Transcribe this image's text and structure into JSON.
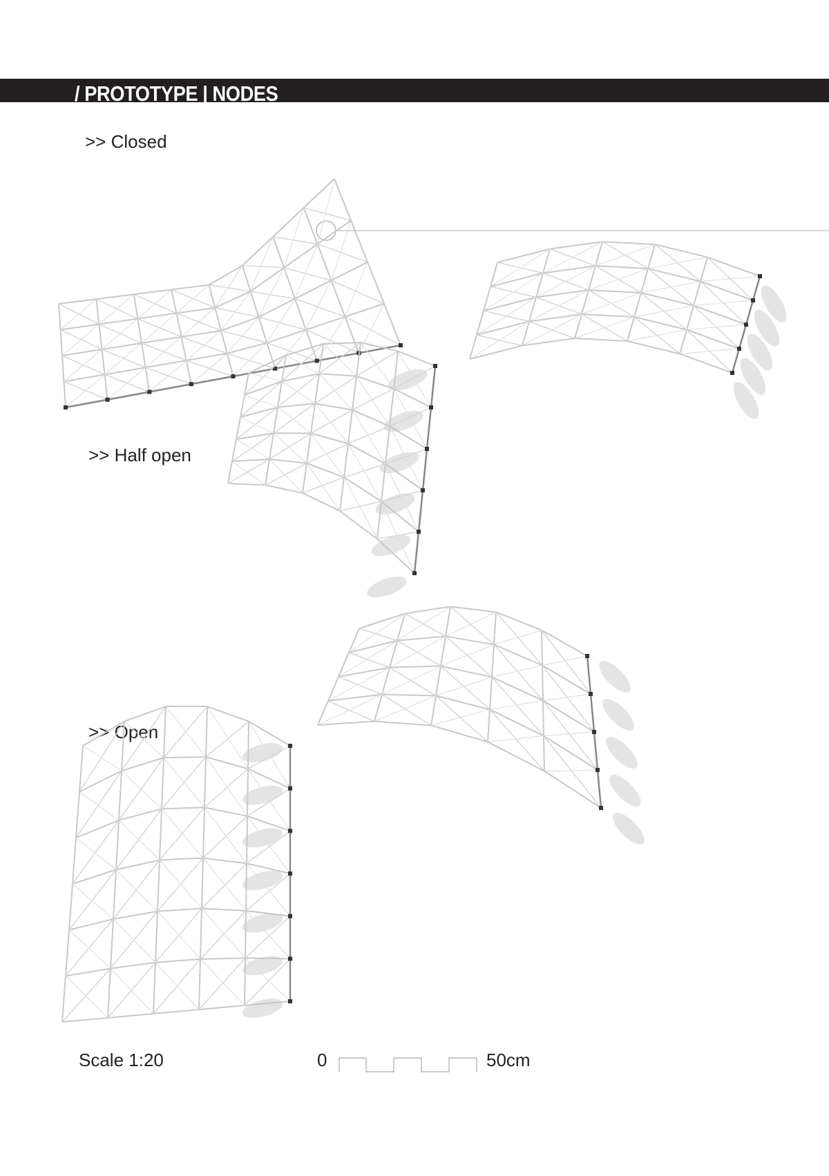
{
  "header": {
    "title": "/ PROTOTYPE | NODES"
  },
  "states": [
    {
      "label": ">> Closed"
    },
    {
      "label": ">> Half open"
    },
    {
      "label": ">> Open"
    }
  ],
  "scale": {
    "label": "Scale 1:20",
    "start": "0",
    "end": "50cm"
  }
}
